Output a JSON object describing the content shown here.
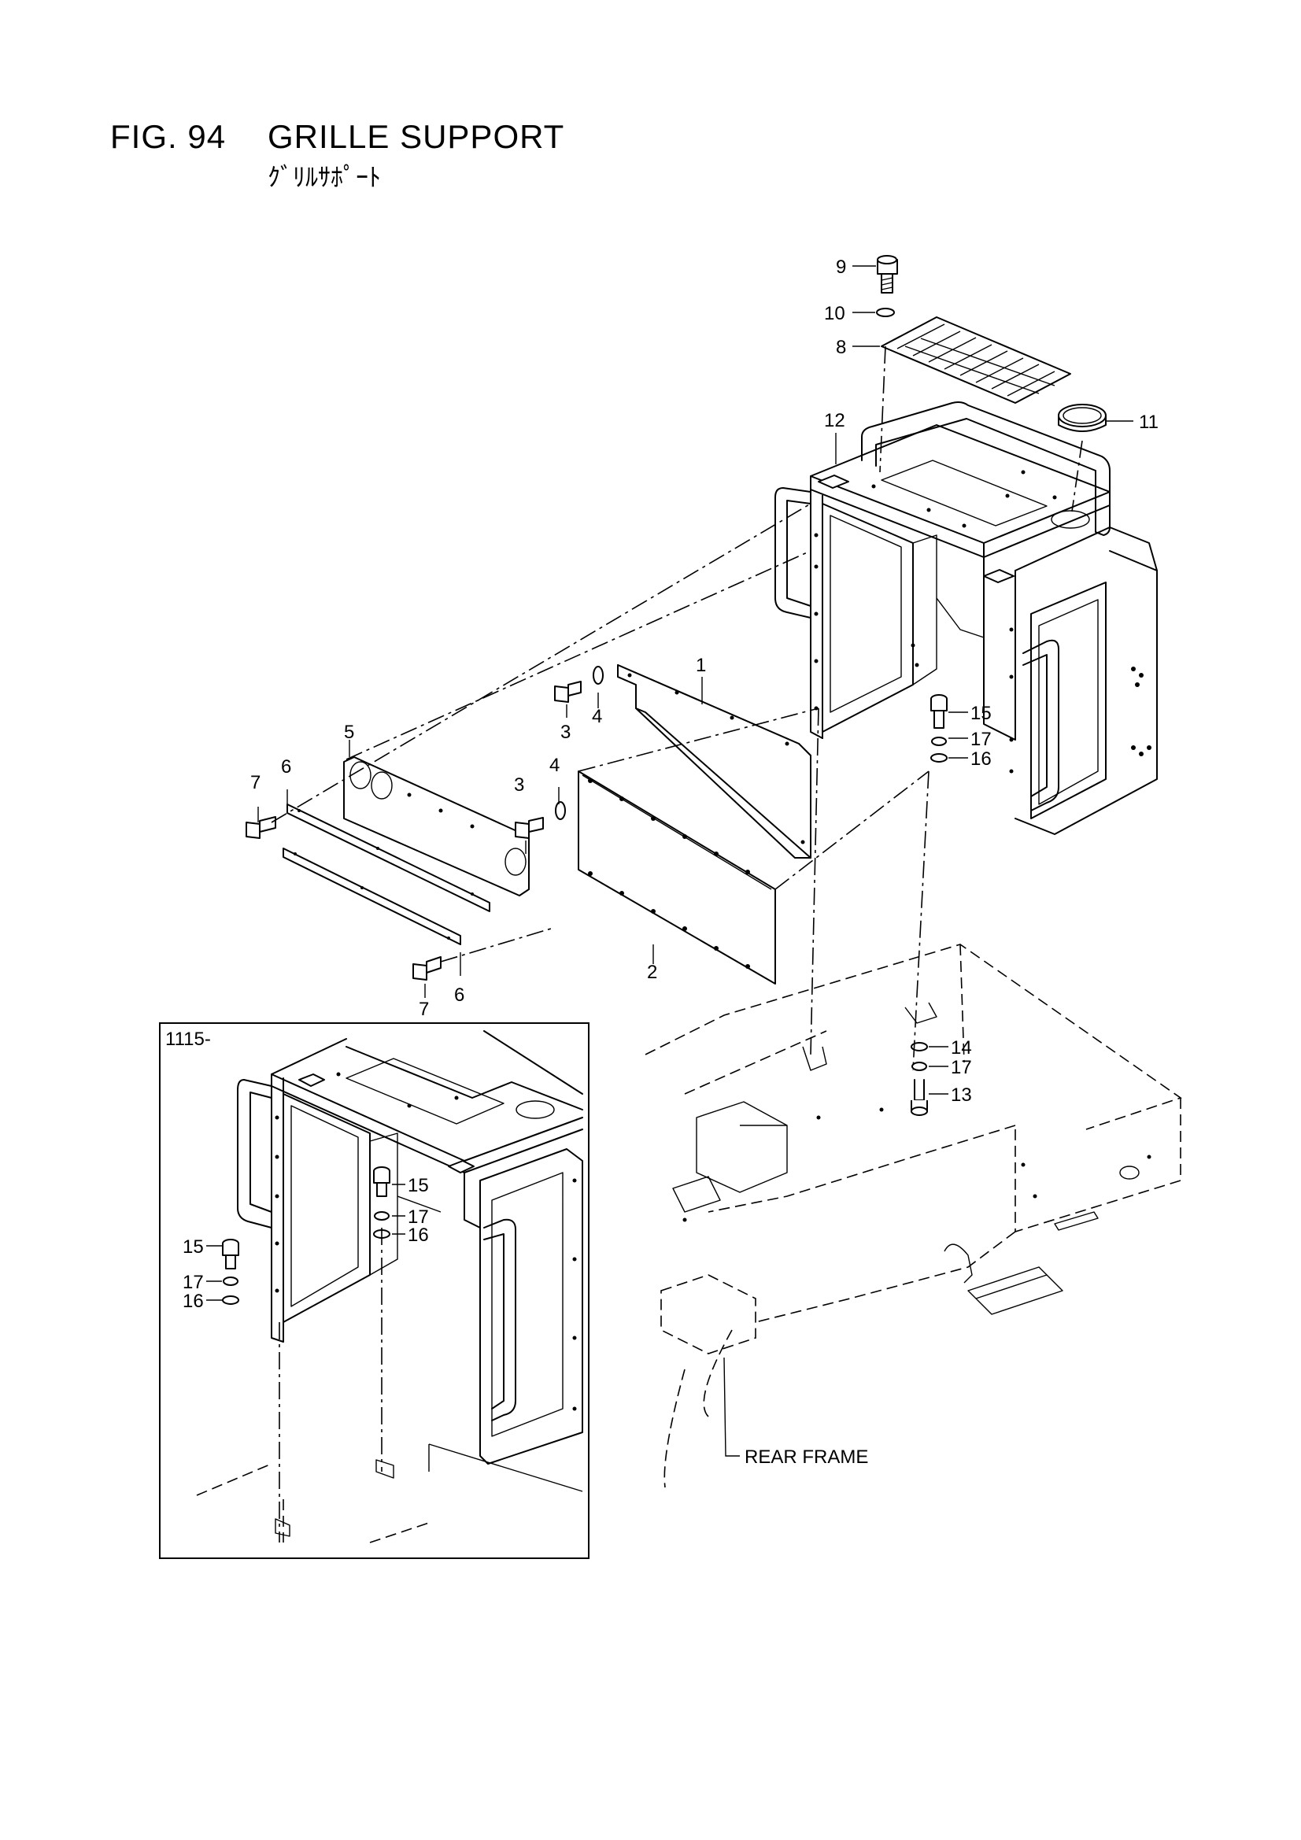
{
  "header": {
    "fig_number": "FIG. 94",
    "title": "GRILLE SUPPORT",
    "subtitle": "ｸﾞﾘﾙｻﾎﾟｰﾄ"
  },
  "inset": {
    "label": "1115-"
  },
  "callouts": {
    "c1": "1",
    "c2": "2",
    "c3a": "3",
    "c3b": "3",
    "c4a": "4",
    "c4b": "4",
    "c5": "5",
    "c6a": "6",
    "c6b": "6",
    "c7a": "7",
    "c7b": "7",
    "c8": "8",
    "c9": "9",
    "c10": "10",
    "c11": "11",
    "c12": "12",
    "c13": "13",
    "c14": "14",
    "c15": "15",
    "c16": "16",
    "c17a": "17",
    "c17b": "17",
    "i15a": "15",
    "i17a": "17",
    "i16a": "16",
    "i15b": "15",
    "i17b": "17",
    "i16b": "16"
  },
  "rear_frame_label": "REAR FRAME"
}
